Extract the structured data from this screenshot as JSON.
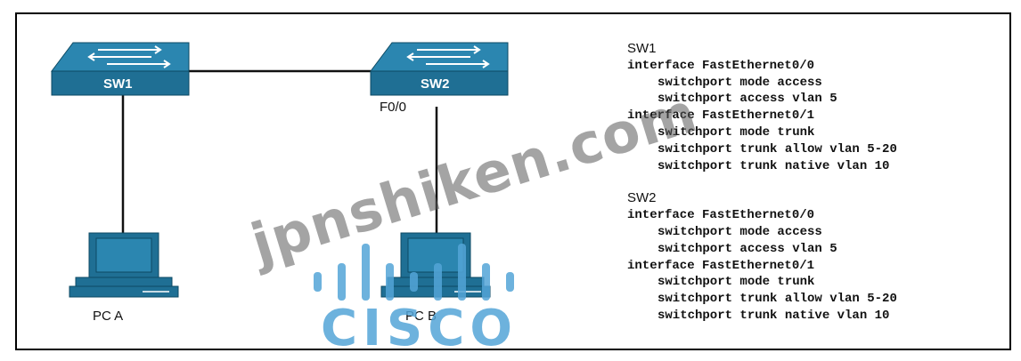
{
  "switches": {
    "sw1": {
      "label": "SW1"
    },
    "sw2": {
      "label": "SW2",
      "port_label": "F0/0"
    }
  },
  "pcs": {
    "pc_a": {
      "label": "PC A"
    },
    "pc_b": {
      "label": "PC B"
    }
  },
  "config": {
    "sw1": {
      "title": "SW1",
      "lines": [
        "interface FastEthernet0/0",
        "switchport mode access",
        "switchport access vlan 5",
        "interface FastEthernet0/1",
        "switchport mode trunk",
        "switchport trunk allow vlan 5-20",
        "switchport trunk native vlan 10"
      ]
    },
    "sw2": {
      "title": "SW2",
      "lines": [
        "interface FastEthernet0/0",
        "switchport mode access",
        "switchport access vlan 5",
        "interface FastEthernet0/1",
        "switchport mode trunk",
        "switchport trunk allow vlan 5-20",
        "switchport trunk native vlan 10"
      ]
    }
  },
  "watermark": {
    "text": "jpnshiken.com"
  },
  "logo": {
    "text": "CISCO"
  },
  "colors": {
    "device": "#1f6f94",
    "device_dark": "#155874",
    "link": "#111111",
    "logo": "#54a4d7"
  }
}
